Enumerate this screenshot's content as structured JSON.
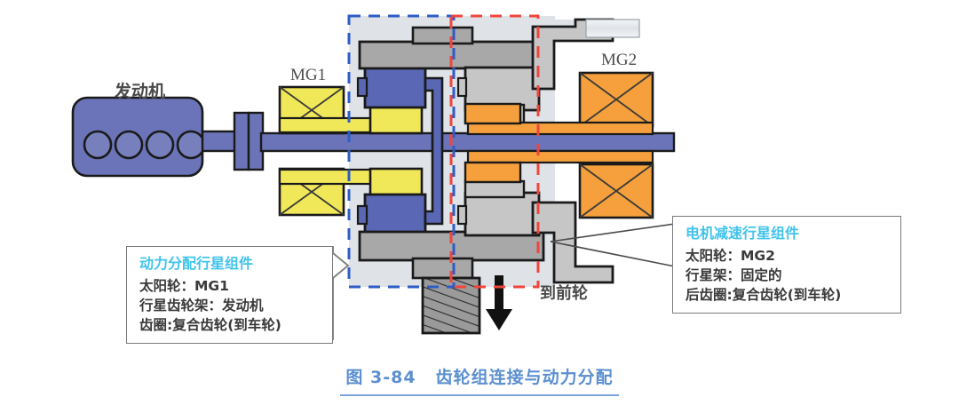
{
  "figure": {
    "caption_number": "图 3-84",
    "caption_title": "齿轮组连接与动力分配",
    "caption_color": "#5b8fd0"
  },
  "labels": {
    "engine": "发动机",
    "mg1": "MG1",
    "mg2": "MG2",
    "to_front_wheels": "到前轮"
  },
  "callouts": {
    "left": {
      "title": "动力分配行星组件",
      "lines": [
        "太阳轮：MG1",
        "行星齿轮架：发动机",
        "齿圈:复合齿轮(到车轮)"
      ]
    },
    "right": {
      "title": "电机减速行星组件",
      "lines": [
        "太阳轮：MG2",
        "行星架：固定的",
        "后齿圈:复合齿轮(到车轮)"
      ]
    }
  },
  "regions": {
    "power_split_box": {
      "name": "动力分配行星组件",
      "border_color": "#2e5cc5",
      "style": "dashed"
    },
    "motor_reduction_box": {
      "name": "电机减速行星组件",
      "border_color": "#f0453c",
      "style": "dashed"
    }
  },
  "colors": {
    "engine_blue": "#6b74b8",
    "shaft_blue": "#6b74b8",
    "mg1_yellow": "#f0e858",
    "mg2_orange": "#f5a03c",
    "gear_gray": "#a8a8a8",
    "housing_gray": "#dfe3e8",
    "light_gray": "#c6c6c6",
    "outline": "#1a1a1a",
    "callout_border": "#7a7a7a"
  }
}
